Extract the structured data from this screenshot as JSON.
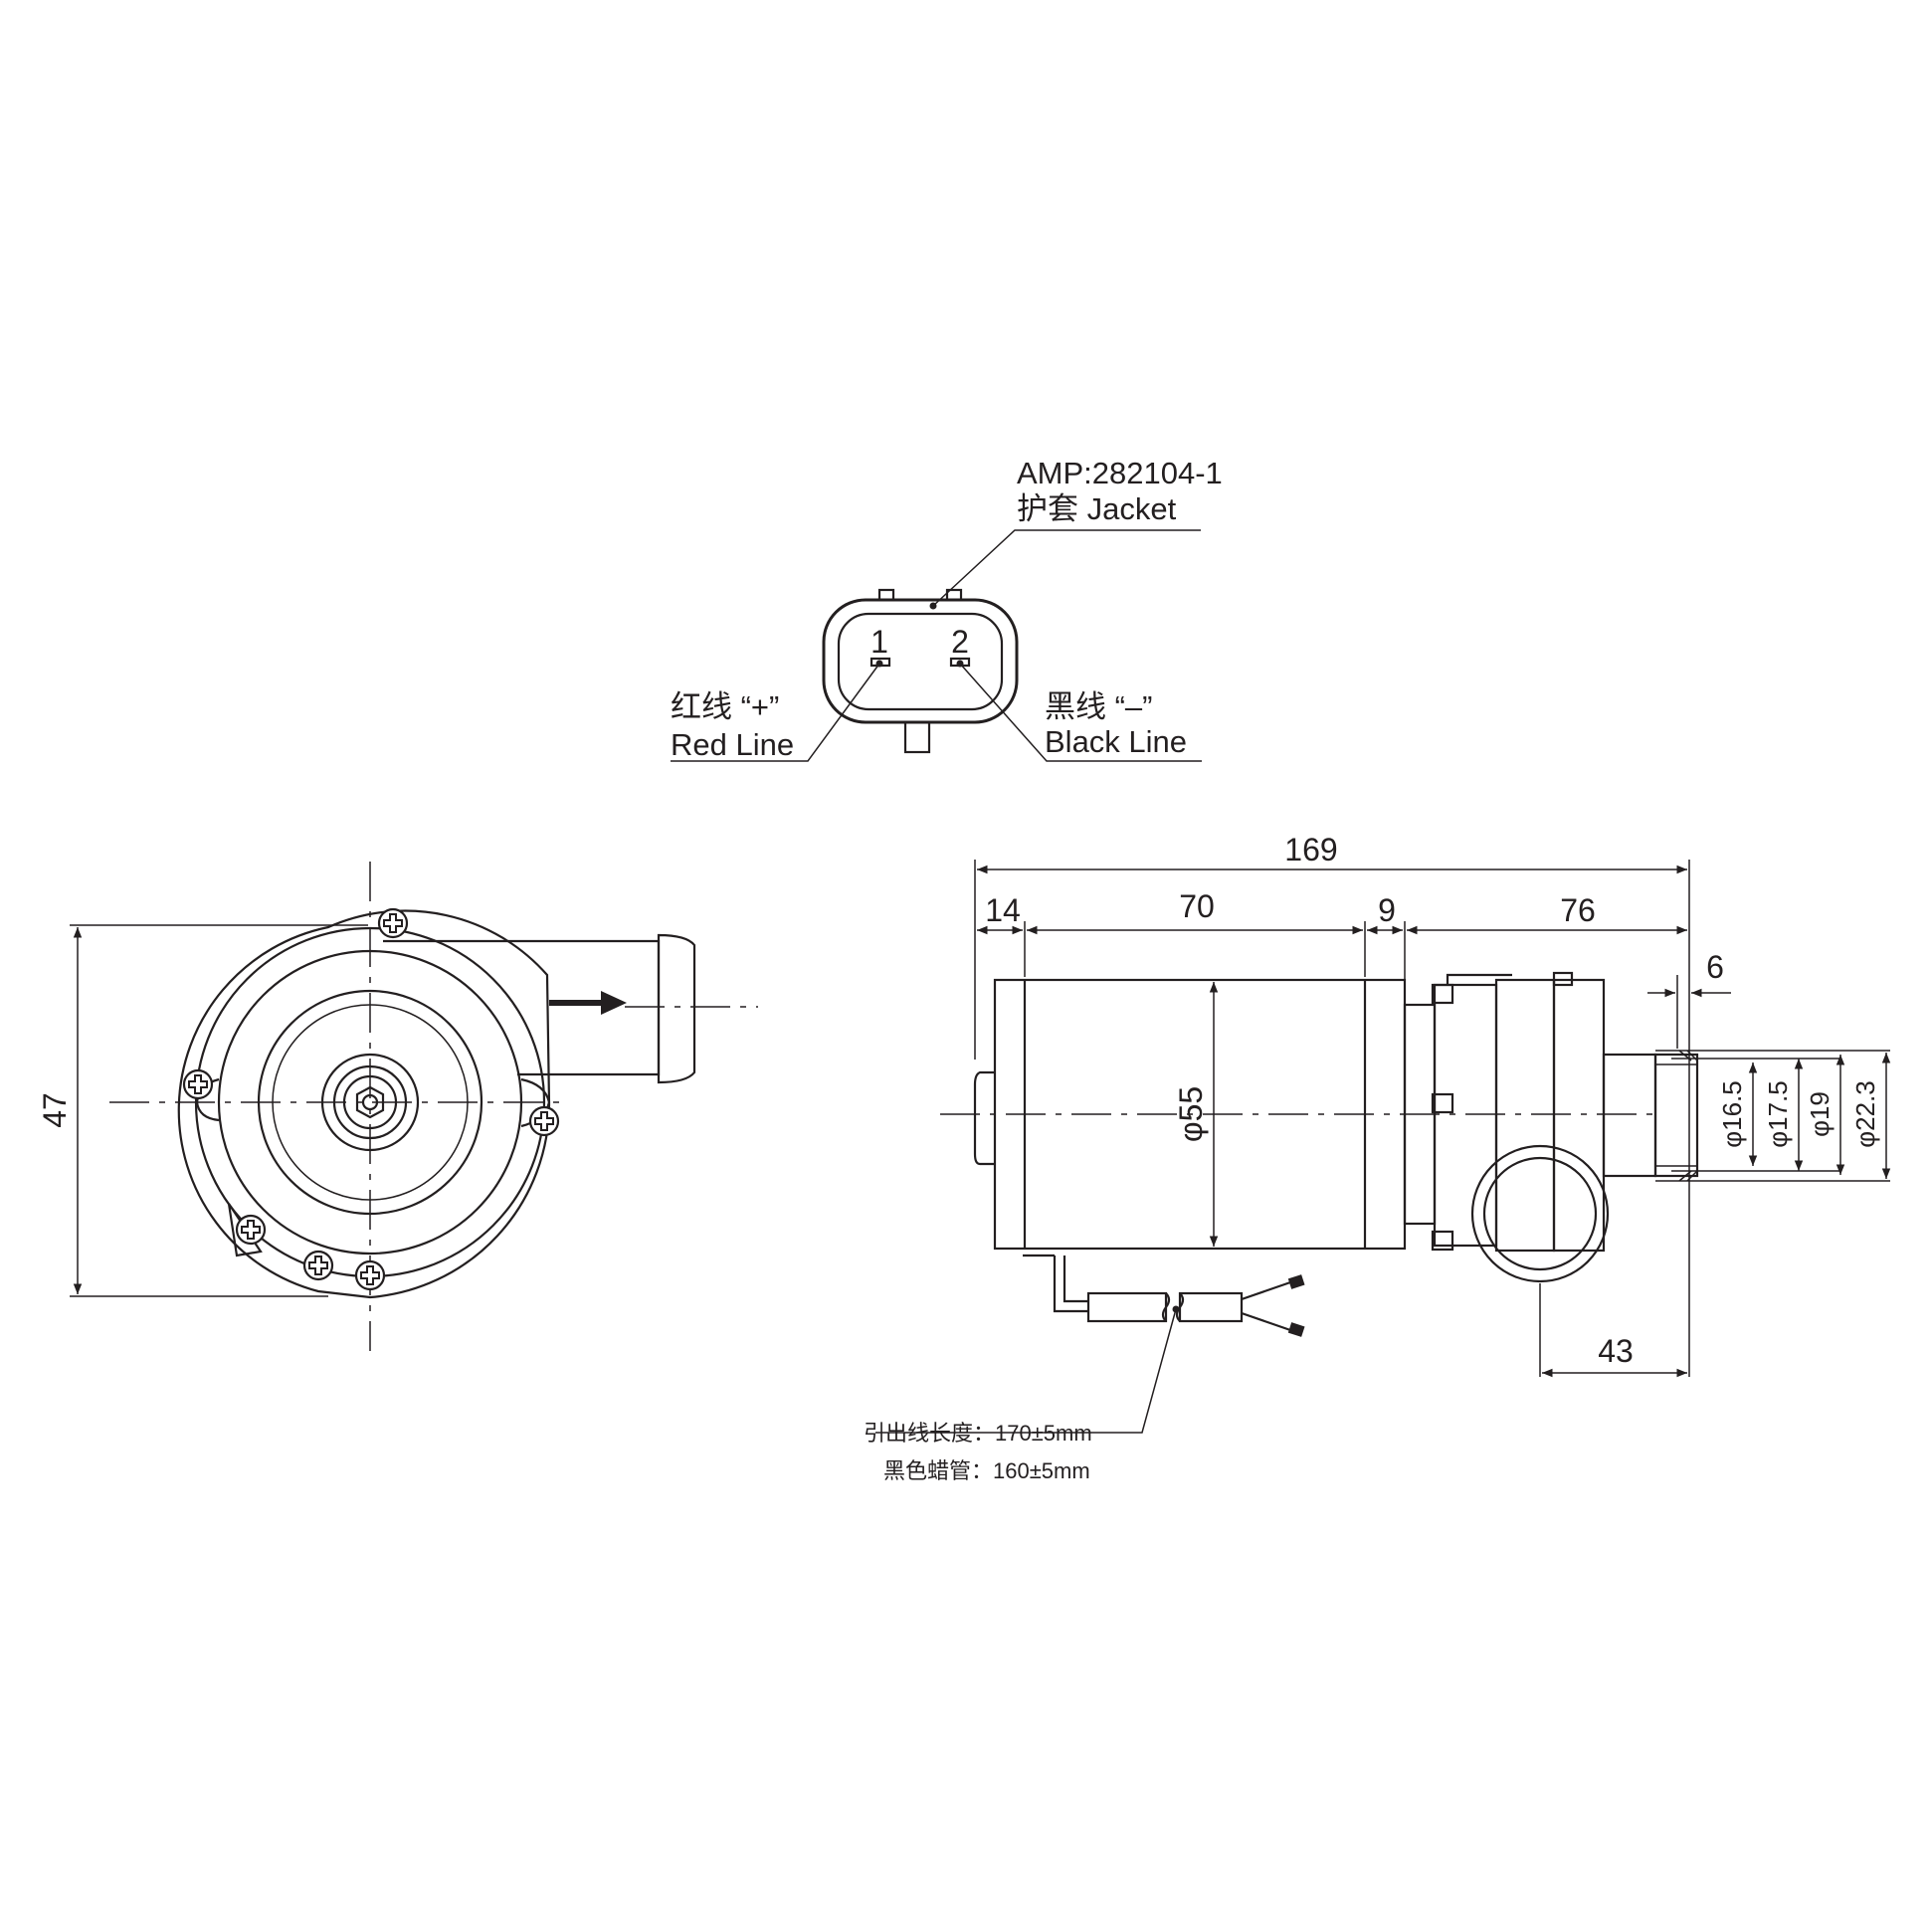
{
  "connector": {
    "part_number": "AMP:282104-1",
    "jacket_label": "护套 Jacket",
    "pin1": "1",
    "pin2": "2",
    "red_cn": "红线 “+”",
    "red_en": "Red Line",
    "black_cn": "黑线 “–”",
    "black_en": "Black Line"
  },
  "dimensions": {
    "overall_length": "169",
    "d14": "14",
    "d70": "70",
    "d9": "9",
    "d76": "76",
    "d6": "6",
    "d43": "43",
    "height_47": "47",
    "dia55": "φ55",
    "dia16_5": "φ16.5",
    "dia17_5": "φ17.5",
    "dia19": "φ19",
    "dia22_3": "φ22.3"
  },
  "wire_notes": {
    "lead_length": "引出线长度：170±5mm",
    "sleeve_length": "黑色蜡管：160±5mm"
  },
  "icons": [
    "flow-direction-arrow-icon",
    "screw-icon"
  ]
}
